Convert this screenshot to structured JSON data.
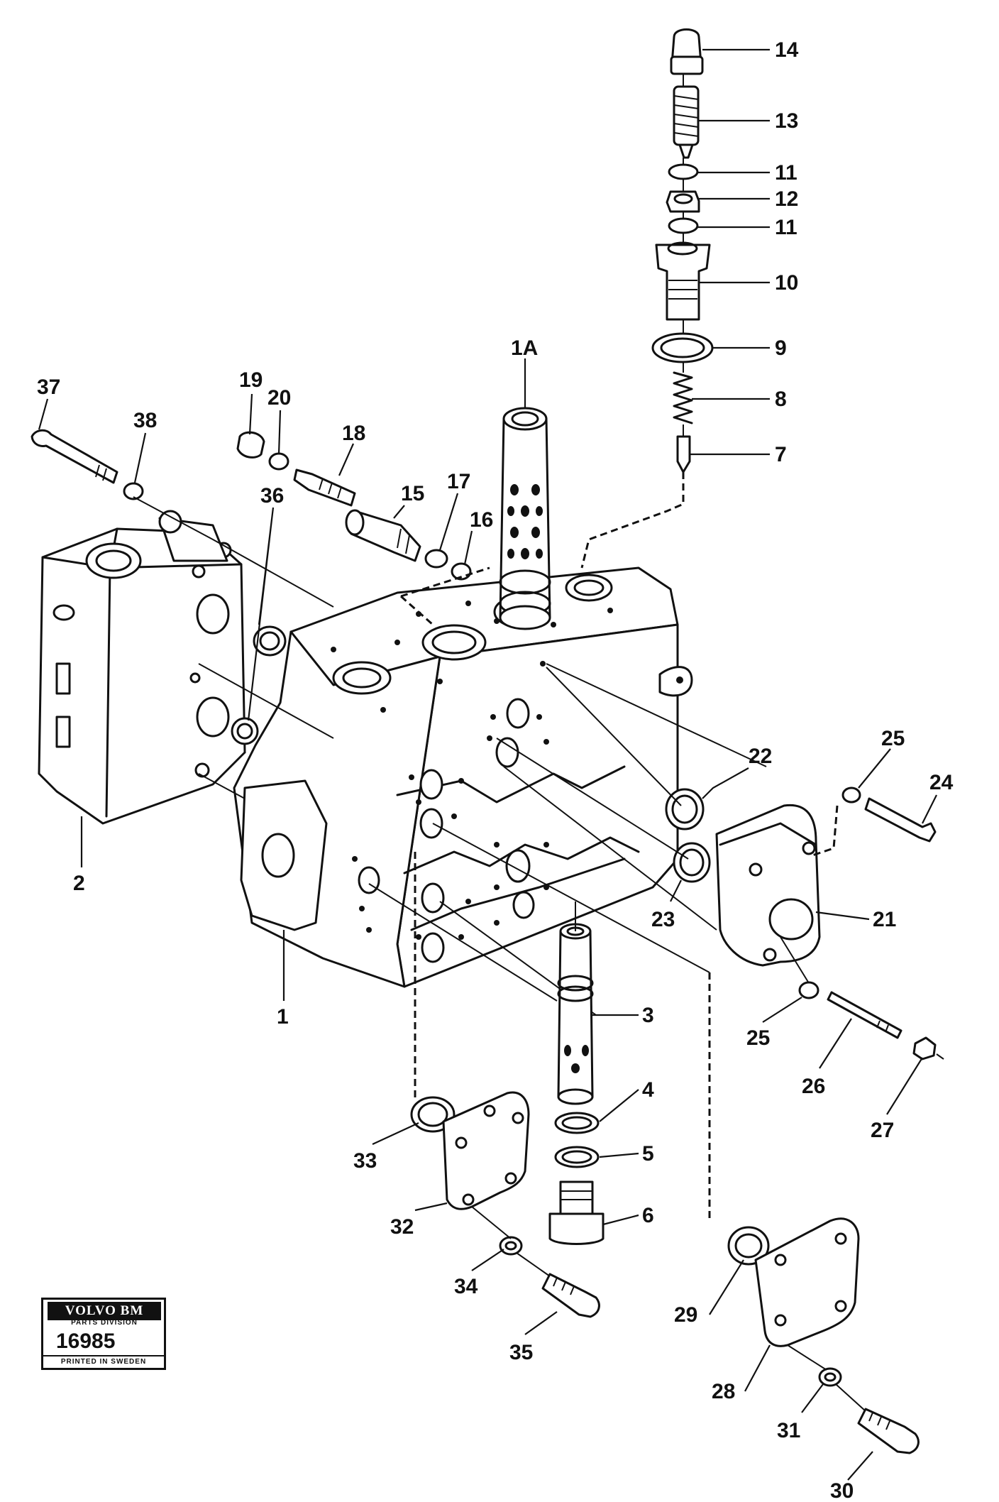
{
  "labels": {
    "l1": "1",
    "l1A": "1A",
    "l2": "2",
    "l3": "3",
    "l4": "4",
    "l5": "5",
    "l6": "6",
    "l7": "7",
    "l8": "8",
    "l9": "9",
    "l10": "10",
    "l11a": "11",
    "l11b": "11",
    "l12": "12",
    "l13": "13",
    "l14": "14",
    "l15": "15",
    "l16": "16",
    "l17": "17",
    "l18": "18",
    "l19": "19",
    "l20": "20",
    "l21": "21",
    "l22": "22",
    "l23": "23",
    "l24": "24",
    "l25a": "25",
    "l25b": "25",
    "l26": "26",
    "l27": "27",
    "l28": "28",
    "l29": "29",
    "l30": "30",
    "l31": "31",
    "l32": "32",
    "l33": "33",
    "l34": "34",
    "l35": "35",
    "l36": "36",
    "l37": "37",
    "l38": "38"
  },
  "stamp": {
    "brand": "VOLVO BM",
    "division": "PARTS DIVISION",
    "code": "16985",
    "printed": "PRINTED IN SWEDEN"
  }
}
